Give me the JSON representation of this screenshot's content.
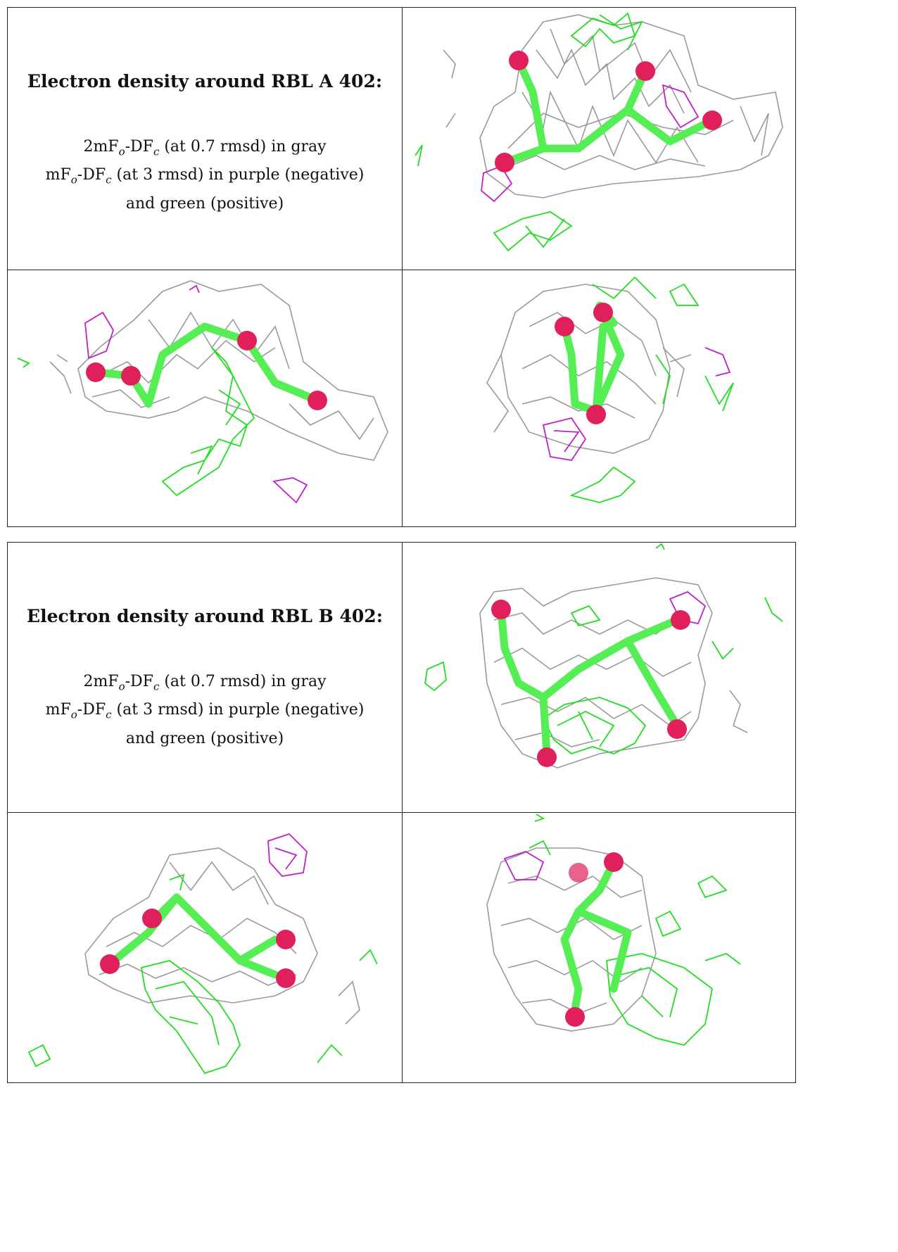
{
  "sections": [
    {
      "title": "Electron density around RBL A 402:",
      "line1": {
        "pre": "2mF",
        "s1": "o",
        "mid": "-DF",
        "s2": "c",
        "post": " (at 0.7 rmsd) in gray"
      },
      "line2": {
        "pre": "mF",
        "s1": "o",
        "mid": "-DF",
        "s2": "c",
        "post": " (at 3 rmsd) in purple (negative)"
      },
      "line3": "and green (positive)"
    },
    {
      "title": "Electron density around RBL B 402:",
      "line1": {
        "pre": "2mF",
        "s1": "o",
        "mid": "-DF",
        "s2": "c",
        "post": " (at 0.7 rmsd) in gray"
      },
      "line2": {
        "pre": "mF",
        "s1": "o",
        "mid": "-DF",
        "s2": "c",
        "post": " (at 3 rmsd) in purple (negative)"
      },
      "line3": "and green (positive)"
    }
  ],
  "colors": {
    "mesh_2fofc": "#9a9a9a",
    "mesh_negative": "#c020c8",
    "mesh_positive": "#22dd22",
    "stick": "#55ee55",
    "oxygen_atom": "#e0205a"
  },
  "icons": {
    "gray_mesh": "gray-density-mesh",
    "positive_mesh": "green-difference-mesh",
    "negative_mesh": "purple-difference-mesh",
    "ligand": "ligand-stick-model"
  }
}
